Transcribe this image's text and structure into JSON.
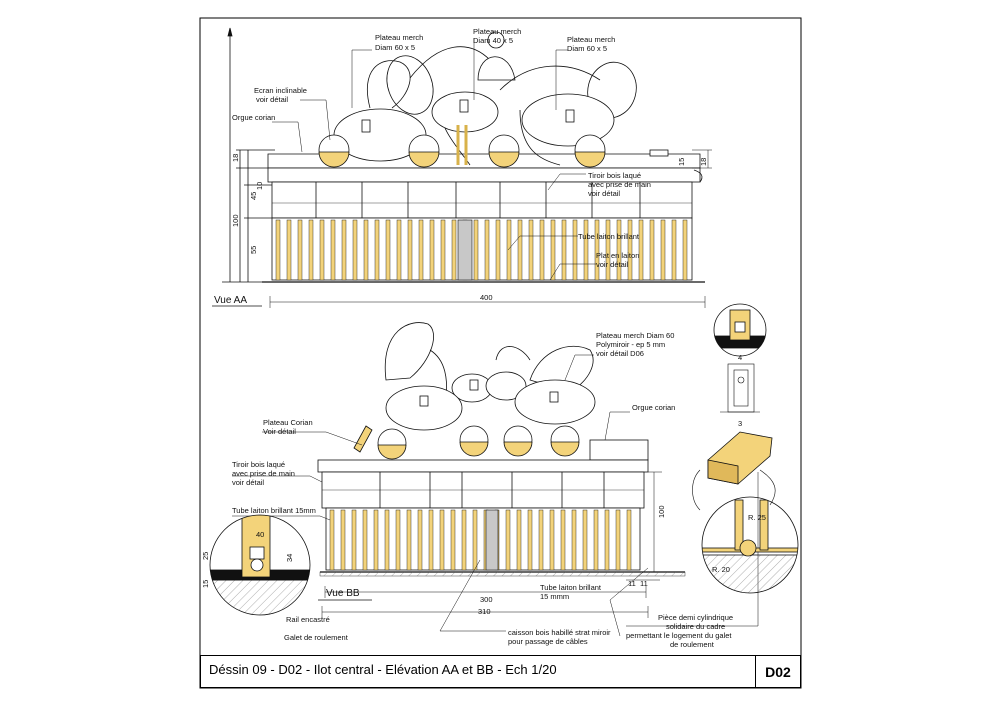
{
  "title_block": {
    "title": "Déssin 09 - D02 - Ilot central - Elévation AA et BB - Ech 1/20",
    "code": "D02"
  },
  "colors": {
    "brass": "#f3d37a",
    "line": "#111111",
    "grey": "#bdbdbd"
  },
  "view_aa": {
    "name": "Vue AA",
    "labels": {
      "plateau_1": [
        "Plateau merch",
        "Diam 60 x 5"
      ],
      "plateau_2": [
        "Plateau merch",
        "Diam 40 x 5"
      ],
      "plateau_3": [
        "Plateau merch",
        "Diam 60 x 5"
      ],
      "ecran": [
        "Ecran inclinable",
        "voir détail"
      ],
      "orgue": "Orgue corian",
      "tiroir": [
        "Tiroir bois laqué",
        "avec prise de main",
        "voir détail"
      ],
      "tube": "Tube laiton brillant",
      "plat": [
        "Plat en laiton",
        "voir détail"
      ]
    },
    "dims": {
      "total_height": "100",
      "top_18_left": "18",
      "d10": "10",
      "d45": "45",
      "d55": "55",
      "top_15_right": "15",
      "top_18_right": "18",
      "width": "400"
    }
  },
  "view_bb": {
    "name": "Vue BB",
    "labels": {
      "plateau_merch": [
        "Plateau merch Diam 60",
        "Polymiroir - ep 5 mm",
        "voir détail D06"
      ],
      "orgue": "Orgue corian",
      "plateau_corian": [
        "Plateau Corian",
        "Voir détail"
      ],
      "tiroir": [
        "Tiroir bois laqué",
        "avec prise de main",
        "voir détail"
      ],
      "tube15": "Tube laiton brillant 15mm",
      "tube_bottom": [
        "Tube laiton brillant",
        "15 mmm"
      ],
      "caisson": [
        "caisson bois habillé strat miroir",
        "pour passage de câbles"
      ],
      "piece": [
        "Pièce demi cylindrique",
        "solidaire du cadre",
        "permettant le logement du galet",
        "de roulement"
      ],
      "rail": "Rail encastré",
      "galet": "Galet de roulement"
    },
    "dims": {
      "height": "100",
      "w300": "300",
      "w310": "310",
      "d11a": "11",
      "d11b": "11",
      "d40": "40",
      "d25": "25",
      "d34": "34",
      "d15": "15",
      "d3": "3",
      "d4": "4",
      "r25": "R. 25",
      "r20": "R. 20"
    }
  }
}
